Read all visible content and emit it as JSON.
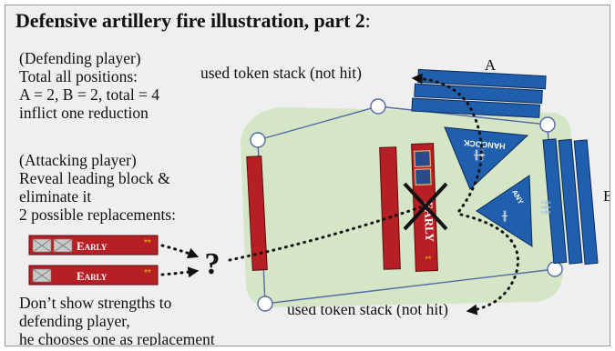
{
  "title": {
    "main": "Defensive artillery fire illustration, part 2",
    "suffix": ":"
  },
  "defending": {
    "heading": "(Defending player)",
    "line1": "Total all positions:",
    "line2": "A = 2, B = 2, total = 4",
    "line3": "inflict one reduction"
  },
  "attacking": {
    "heading": "(Attacking player)",
    "line1": "Reveal leading block &",
    "line2": "eliminate it",
    "line3": "2 possible replacements:"
  },
  "replacement_blocks": [
    {
      "label": "Early",
      "stars": "**",
      "icons": 2
    },
    {
      "label": "Early",
      "stars": "**",
      "icons": 1
    }
  ],
  "question_mark": "?",
  "notes": {
    "line1": "Don’t show strengths to",
    "line2": "defending player,",
    "line3": "he chooses one as replacement"
  },
  "callouts": {
    "top": "used token stack (not hit)",
    "bottom": "used token stack (not hit)"
  },
  "positions": {
    "a": "A",
    "b": "B"
  },
  "units": {
    "hancock": "HANCOCK",
    "early": "EARLY",
    "early_stars": "**",
    "sideways": "ANY"
  },
  "colors": {
    "confederate_red": "#b62025",
    "union_blue": "#1f5fae",
    "terrain_green": "#d4e6c6",
    "background": "#efefef"
  }
}
